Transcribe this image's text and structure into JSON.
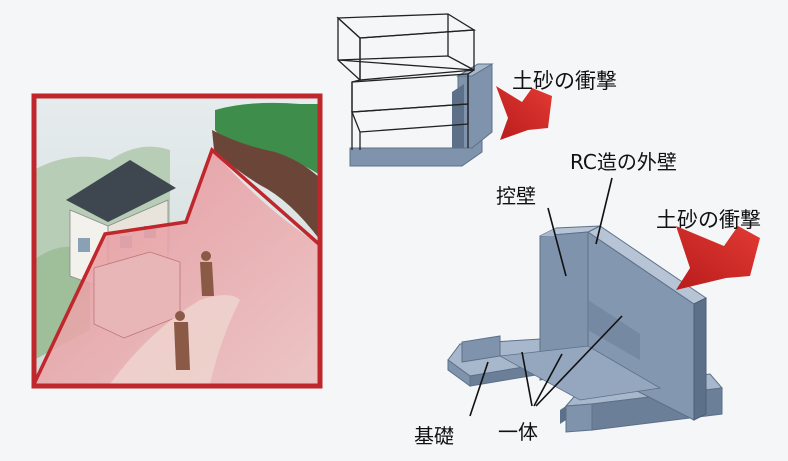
{
  "labels": {
    "impact_top": "土砂の衝撃",
    "impact_right": "土砂の衝撃",
    "rc_outer_wall": "RC造の外壁",
    "buttress_wall": "控壁",
    "foundation": "基礎",
    "integrated": "一体"
  },
  "colors": {
    "frame_red": "#c0272d",
    "arrow_red": "#d22a25",
    "wall_blue": "#7f93ac",
    "wall_blue_dark": "#5d7089",
    "wall_blue_light": "#a8b8cc",
    "hill_pink": "#e7a1a5",
    "sky": "#dfe6e8"
  }
}
